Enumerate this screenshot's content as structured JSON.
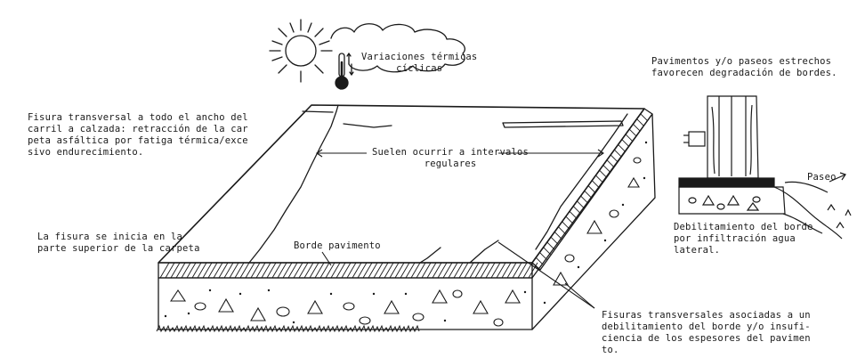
{
  "labels": {
    "thermal": "Variaciones térmicas\ncíclicas",
    "narrow_shoulders": "Pavimentos y/o paseos estrechos\nfavorecen degradación de bordes.",
    "transverse_crack": "Fisura transversal a todo el ancho del\ncarril a calzada: retracción de la car\npeta asfáltica por fatiga térmica/exce\nsivo endurecimiento.",
    "regular_intervals": "Suelen ocurrir a intervalos\nregulares",
    "crack_start": "La fisura se inicia en la\nparte superior de la carpeta",
    "pavement_edge": "Borde pavimento",
    "shoulder": "Paseo",
    "edge_weakening": "Debilitamiento del borde\npor infiltración agua\nlateral.",
    "edge_cracks": "Fisuras transversales asociadas a un\ndebilitamiento del borde y/o insufi-\nciencia de los espesores del pavimen\nto."
  },
  "colors": {
    "ink": "#1a1a1a",
    "paper": "#ffffff"
  }
}
